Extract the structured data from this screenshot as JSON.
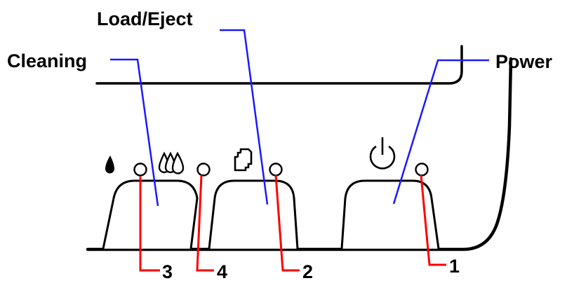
{
  "labels": {
    "cleaning": "Cleaning",
    "load_eject": "Load/Eject",
    "power": "Power"
  },
  "callouts": {
    "led_1": "1",
    "led_2": "2",
    "led_3": "3",
    "led_4": "4"
  },
  "icons": {
    "ink_drop": "ink-drop-icon",
    "triple_drop": "triple-drop-icon",
    "paper": "paper-icon",
    "power": "power-icon"
  },
  "colors": {
    "outline": "#000000",
    "label_leader": "#1a1aff",
    "led_leader": "#ff0000",
    "background": "#ffffff"
  }
}
